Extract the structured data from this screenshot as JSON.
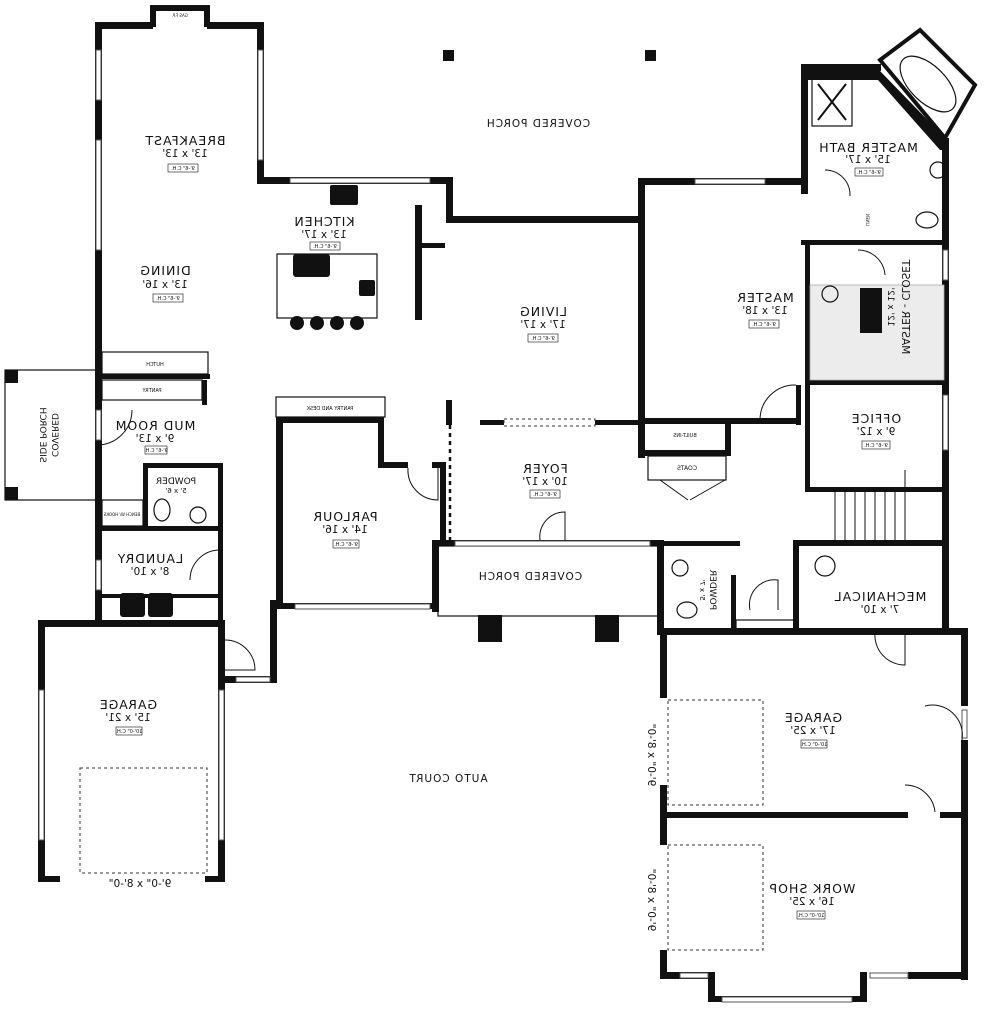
{
  "plan": {
    "covered_porch_rear": "COVERED PORCH",
    "covered_porch_front": "COVERED PORCH",
    "side_porch": [
      "COVERED",
      "SIDE PORCH"
    ],
    "auto_court": "AUTO COURT",
    "rooms": {
      "breakfast": {
        "name": "BREAKFAST",
        "size": "13' x 13'",
        "ceiling": "9'-6\" C.H."
      },
      "dining": {
        "name": "DINING",
        "size": "13' x 16'",
        "ceiling": "9'-6\" C.H."
      },
      "kitchen": {
        "name": "KITCHEN",
        "size": "13' x 17'",
        "ceiling": "9'-6\" C.H."
      },
      "living": {
        "name": "LIVING",
        "size": "17' x 17'",
        "ceiling": "9'-6\" C.H."
      },
      "master": {
        "name": "MASTER",
        "size": "13' x 18'",
        "ceiling": "9'-6\" C.H."
      },
      "master_bath": {
        "name": "MASTER BATH",
        "size": "15' x 17'",
        "ceiling": "9'-6\" C.H."
      },
      "master_closet": {
        "name": "MASTER - CLOSET",
        "size": "12' x 12'"
      },
      "office": {
        "name": "OFFICE",
        "size": "9' x 12'",
        "ceiling": "9'-6\" C.H."
      },
      "mud_room": {
        "name": "MUD ROOM",
        "size": "9' x 13'",
        "ceiling": "9'-6\" C.H."
      },
      "powder_left": {
        "name": "POWDER",
        "size": "5' x 6'"
      },
      "laundry": {
        "name": "LAUNDRY",
        "size": "8' x 10'"
      },
      "parlour": {
        "name": "PARLOUR",
        "size": "14' x 16'",
        "ceiling": "9'-6\" C.H."
      },
      "foyer": {
        "name": "FOYER",
        "size": "10' x 17'",
        "ceiling": "9'-6\" C.H."
      },
      "powder_right": {
        "name": "POWDER",
        "size": "5' x 7'"
      },
      "mechanical": {
        "name": "MECHANICAL",
        "size": "7' x 10'"
      },
      "garage_left": {
        "name": "GARAGE",
        "size": "15' x 21'",
        "ceiling": "10'-0\" C.H."
      },
      "garage_right": {
        "name": "GARAGE",
        "size": "17' x 25'",
        "ceiling": "10'-0\" C.H."
      },
      "workshop": {
        "name": "WORK SHOP",
        "size": "16' x 25'",
        "ceiling": "10'-0\" C.H."
      }
    },
    "fixtures": {
      "hutch": "HUTCH",
      "pantry": "PANTRY",
      "pantry_desk": "PANTRY AND DESK",
      "bench": "BENCH W/ HOOKS",
      "built_ins": "BUILT-INS",
      "coats": "COATS",
      "gas_fp": "GAS F.P.",
      "linen": "LINEN"
    },
    "garage_doors": {
      "left": "9'-0\" x 8'-0\"",
      "right_upper": "9'-0\" x 8'-0\"",
      "right_lower": "9'-0\" x 8'-0\""
    }
  }
}
